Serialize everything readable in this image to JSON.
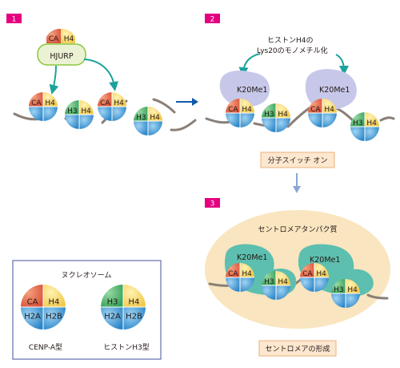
{
  "colors": {
    "ca_red": "#e06a4a",
    "h4_yellow": "#f6d56a",
    "h2_blue": "#3d9bd6",
    "h3_green": "#4bb26b",
    "teal_arrow": "#1aa39a",
    "methyl_lavender": "#c7c8e9",
    "teal_blob": "#5dbfaf",
    "center_beige": "#f9e5bf",
    "dna_gray": "#8a7f78",
    "badge_pink": "#e5007f",
    "step_arrow_blue": "#0f5aa8",
    "down_arrow_blue": "#8aa6d2"
  },
  "steps": {
    "one": "1",
    "two": "2",
    "three": "3"
  },
  "labels": {
    "ca": "CA",
    "h3": "H3",
    "h4": "H4",
    "h2a": "H2A",
    "h2b": "H2B",
    "hjurp": "HJURP",
    "k20me1": "K20Me1"
  },
  "panel2": {
    "annotation_line1": "ヒストンH4の",
    "annotation_line2": "Lys20のモノメチル化",
    "caption": "分子スイッチ オン"
  },
  "panel3": {
    "centromere_protein": "セントロメアタンパク質",
    "caption": "セントロメアの形成"
  },
  "legend": {
    "title": "ヌクレオソーム",
    "cenp_a": "CENP-A型",
    "histone_h3": "ヒストンH3型"
  }
}
